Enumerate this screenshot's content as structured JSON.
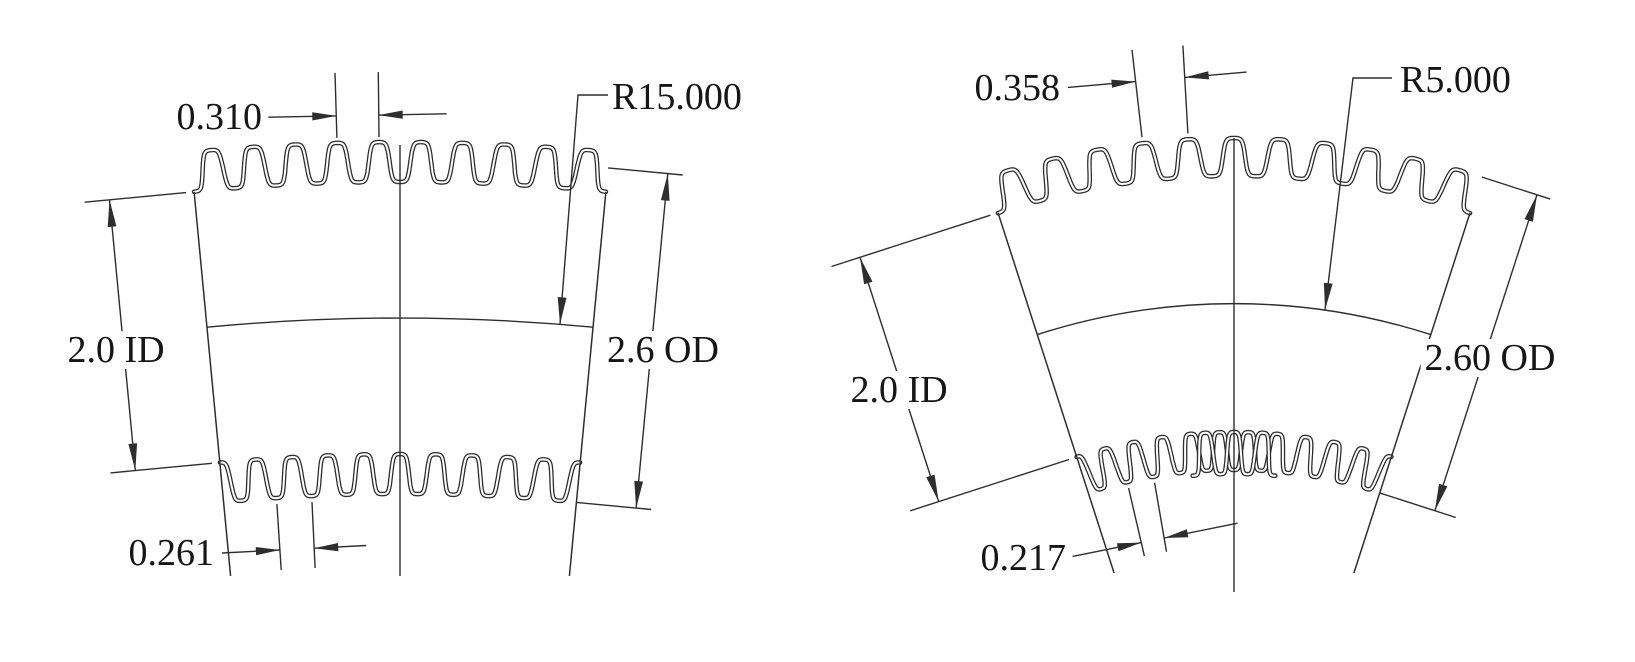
{
  "page": {
    "background": "#ffffff",
    "line_color": "#2e2e2e",
    "description": "Two corrugated bellows tube sections shown bent at different centerline radii"
  },
  "drawings": [
    {
      "name": "bellows-bend-r15",
      "radius_label": "R15.000",
      "pitch_top_label": "0.310",
      "pitch_bottom_label": "0.261",
      "id_label": "2.0 ID",
      "od_label": "2.6 OD"
    },
    {
      "name": "bellows-bend-r5",
      "radius_label": "R5.000",
      "pitch_top_label": "0.358",
      "pitch_bottom_label": "0.217",
      "id_label": "2.0 ID",
      "od_label": "2.60 OD"
    }
  ]
}
